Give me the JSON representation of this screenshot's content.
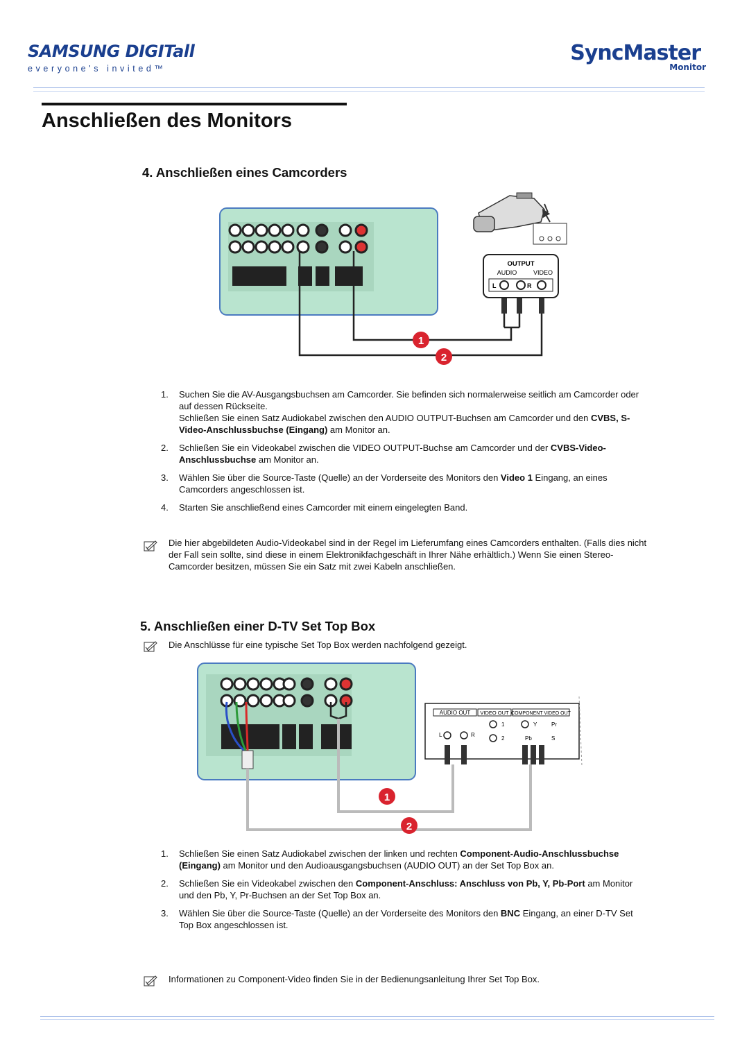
{
  "header": {
    "brand": "SAMSUNG DIGITall",
    "tagline": "everyone's invited™",
    "product": "SyncMaster",
    "product_sub": "Monitor"
  },
  "page_title": "Anschließen des Monitors",
  "section4": {
    "heading": "4. Anschließen eines Camcorders",
    "diagram": {
      "output_label": "OUTPUT",
      "audio_label": "AUDIO",
      "video_label": "VIDEO",
      "l_label": "L",
      "r_label": "R",
      "callout1": "1",
      "callout2": "2"
    },
    "steps": [
      {
        "num": "1.",
        "a": "Suchen Sie die AV-Ausgangsbuchsen am Camcorder. Sie befinden sich normalerweise seitlich am Camcorder oder auf dessen Rückseite.",
        "b": "Schließen Sie einen Satz Audiokabel zwischen den AUDIO OUTPUT-Buchsen am Camcorder und den ",
        "bold": "CVBS, S-Video-Anschlussbuchse (Eingang)",
        "c": " am Monitor an."
      },
      {
        "num": "2.",
        "a": "Schließen Sie ein Videokabel zwischen die VIDEO OUTPUT-Buchse am Camcorder und der ",
        "bold": "CVBS-Video-Anschlussbuchse",
        "c": " am Monitor an."
      },
      {
        "num": "3.",
        "a": "Wählen Sie über die Source-Taste (Quelle) an der Vorderseite des Monitors den ",
        "bold": "Video 1",
        "c": " Eingang, an eines Camcorders angeschlossen ist."
      },
      {
        "num": "4.",
        "a": "Starten Sie anschließend eines Camcorder mit einem eingelegten Band."
      }
    ],
    "note": "Die hier abgebildeten Audio-Videokabel sind in der Regel im Lieferumfang eines Camcorders enthalten. (Falls dies nicht der Fall sein sollte, sind diese in einem Elektronikfachgeschäft in Ihrer Nähe erhältlich.) Wenn Sie einen Stereo-Camcorder besitzen, müssen Sie ein Satz mit zwei Kabeln anschließen."
  },
  "section5": {
    "heading": "5. Anschließen einer D-TV Set Top Box",
    "intro": "Die Anschlüsse für eine typische Set Top Box werden nachfolgend gezeigt.",
    "diagram": {
      "audio_out": "AUDIO OUT",
      "video_out": "VIDEO OUT",
      "component_out": "COMPONENT VIDEO OUT",
      "l_label": "L",
      "r_label": "R",
      "one": "1",
      "two": "2",
      "y": "Y",
      "pr": "Pr",
      "pb": "Pb",
      "s": "S",
      "callout1": "1",
      "callout2": "2"
    },
    "steps": [
      {
        "num": "1.",
        "a": "Schließen Sie einen Satz Audiokabel zwischen der linken und rechten ",
        "bold": "Component-Audio-Anschlussbuchse (Eingang)",
        "c": " am Monitor und den Audioausgangsbuchsen (AUDIO OUT) an der Set Top Box an."
      },
      {
        "num": "2.",
        "a": "Schließen Sie ein Videokabel zwischen den ",
        "bold": "Component-Anschluss: Anschluss von Pb, Y, Pb-Port",
        "c": " am Monitor und den Pb, Y, Pr-Buchsen an der Set Top Box an."
      },
      {
        "num": "3.",
        "a": "Wählen Sie über die Source-Taste (Quelle) an der Vorderseite des Monitors den ",
        "bold": "BNC",
        "c": " Eingang, an einer D-TV Set Top Box angeschlossen ist."
      }
    ],
    "note": "Informationen zu Component-Video finden Sie in der Bedienungsanleitung Ihrer Set Top Box."
  },
  "colors": {
    "brand_blue": "#1a3f8f",
    "panel_green": "#b9e4cf",
    "callout_red": "#d9232e"
  },
  "icons": [
    "note-pencil-icon",
    "camcorder-icon"
  ]
}
